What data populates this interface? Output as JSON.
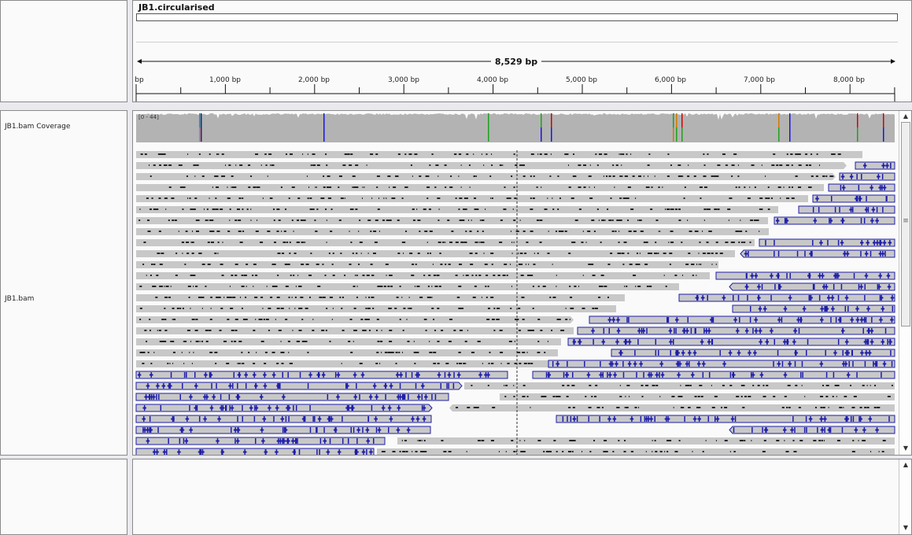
{
  "genome": {
    "name": "JB1.circularised",
    "length_label": "8,529 bp",
    "length_bp": 8529,
    "tick_labels": [
      "bp",
      "1,000 bp",
      "2,000 bp",
      "3,000 bp",
      "4,000 bp",
      "5,000 bp",
      "6,000 bp",
      "7,000 bp",
      "8,000 bp"
    ]
  },
  "tracks": {
    "coverage": {
      "name": "JB1.bam Coverage",
      "range_label": "[0 - 44]"
    },
    "alignments": {
      "name": "JB1.bam"
    }
  },
  "colors": {
    "coverage_fill": "#b3b3b3",
    "read_fill": "#c8c8c8",
    "mismatch": "#222222",
    "insertion_strand": "#1d1da8",
    "allele_A": "#1ea11e",
    "allele_C": "#1616e0",
    "allele_G": "#d27a00",
    "allele_T": "#d20000"
  },
  "scrollbar": {
    "up_glyph": "▲",
    "down_glyph": "▼",
    "grip_glyph": "≡"
  }
}
